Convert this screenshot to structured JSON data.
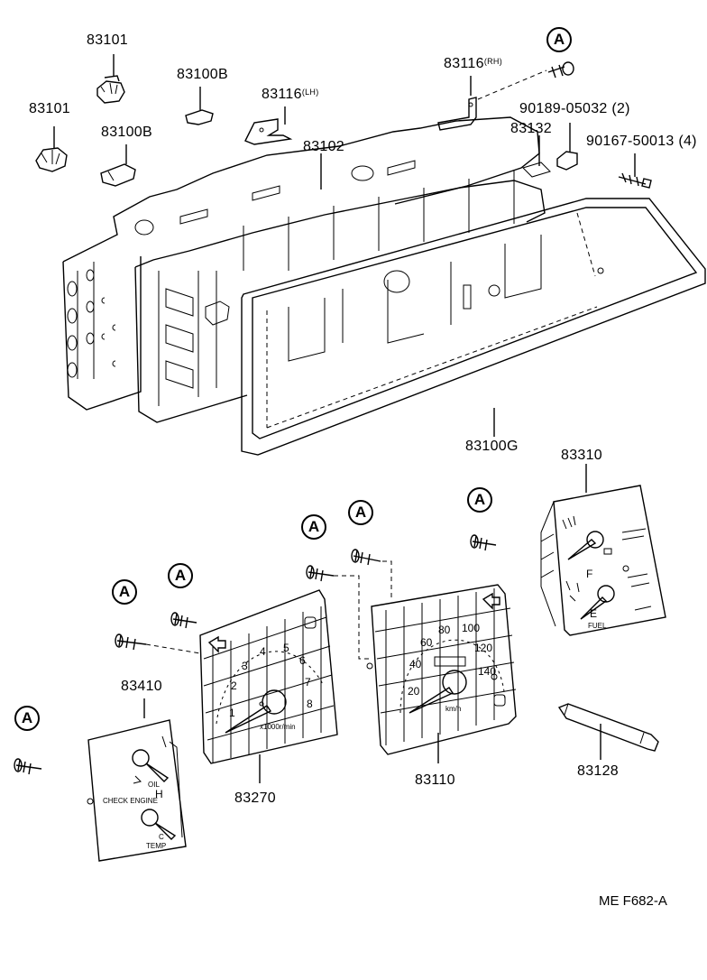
{
  "labels": {
    "p83101_a": "83101",
    "p83101_b": "83101",
    "p83100b_a": "83100B",
    "p83100b_b": "83100B",
    "p83116lh": "83116",
    "p83116lh_suffix": "(LH)",
    "p83116rh": "83116",
    "p83116rh_suffix": "(RH)",
    "p90189": "90189-05032 (2)",
    "p83102": "83102",
    "p83132": "83132",
    "p90167": "90167-50013 (4)",
    "p83100g": "83100G",
    "p83310": "83310",
    "p83410": "83410",
    "p83270": "83270",
    "p83110": "83110",
    "p83128": "83128"
  },
  "callout": "A",
  "diagram_code": "ME  F682-A",
  "tach_numbers": [
    "1",
    "2",
    "3",
    "4",
    "5",
    "6",
    "7",
    "8"
  ],
  "tach_unit": "x1000r/min",
  "speedo_numbers": [
    "20",
    "40",
    "60",
    "80",
    "100",
    "120",
    "140"
  ],
  "speedo_unit": "km/h",
  "fuel_gauge_marks": [
    "F",
    "E",
    "FUEL"
  ],
  "temp_gauge_marks": [
    "H",
    "C",
    "TEMP",
    "CHECK ENGINE",
    "OIL"
  ]
}
